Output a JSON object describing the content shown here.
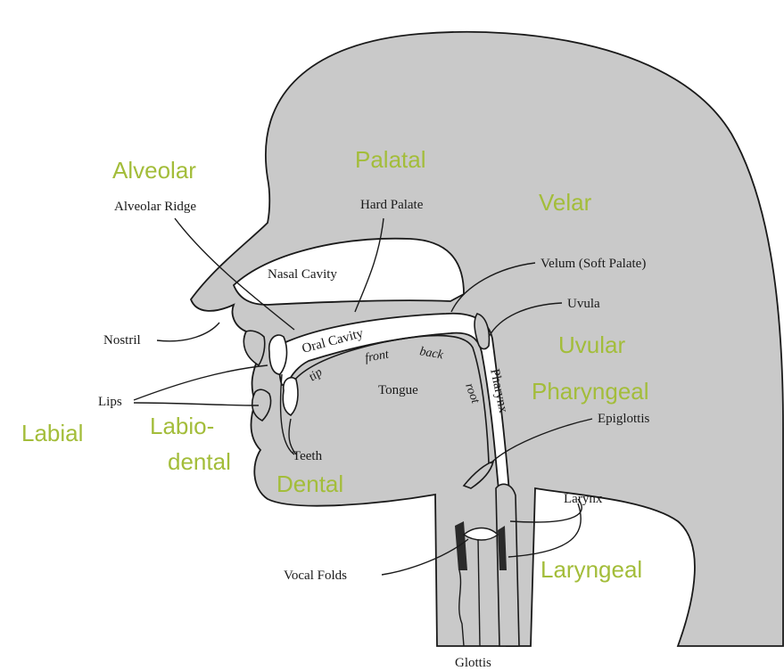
{
  "colors": {
    "head_fill": "#c9c9c9",
    "outline": "#1a1a1a",
    "cavity_fill": "#ffffff",
    "place_label": "#a3bd3a"
  },
  "anatomy": {
    "alveolar_ridge": "Alveolar Ridge",
    "hard_palate": "Hard Palate",
    "nasal_cavity": "Nasal Cavity",
    "velum": "Velum (Soft Palate)",
    "uvula": "Uvula",
    "nostril": "Nostril",
    "oral_cavity": "Oral Cavity",
    "front": "front",
    "back": "back",
    "tip": "tip",
    "tongue": "Tongue",
    "root": "root",
    "pharynx": "Pharynx",
    "lips": "Lips",
    "epiglottis": "Epiglottis",
    "teeth": "Teeth",
    "larynx": "Larynx",
    "vocal_folds": "Vocal Folds",
    "glottis": "Glottis"
  },
  "places": {
    "alveolar": "Alveolar",
    "palatal": "Palatal",
    "velar": "Velar",
    "uvular": "Uvular",
    "pharyngeal": "Pharyngeal",
    "labial": "Labial",
    "labiodental_1": "Labio-",
    "labiodental_2": "dental",
    "dental": "Dental",
    "laryngeal": "Laryngeal"
  }
}
